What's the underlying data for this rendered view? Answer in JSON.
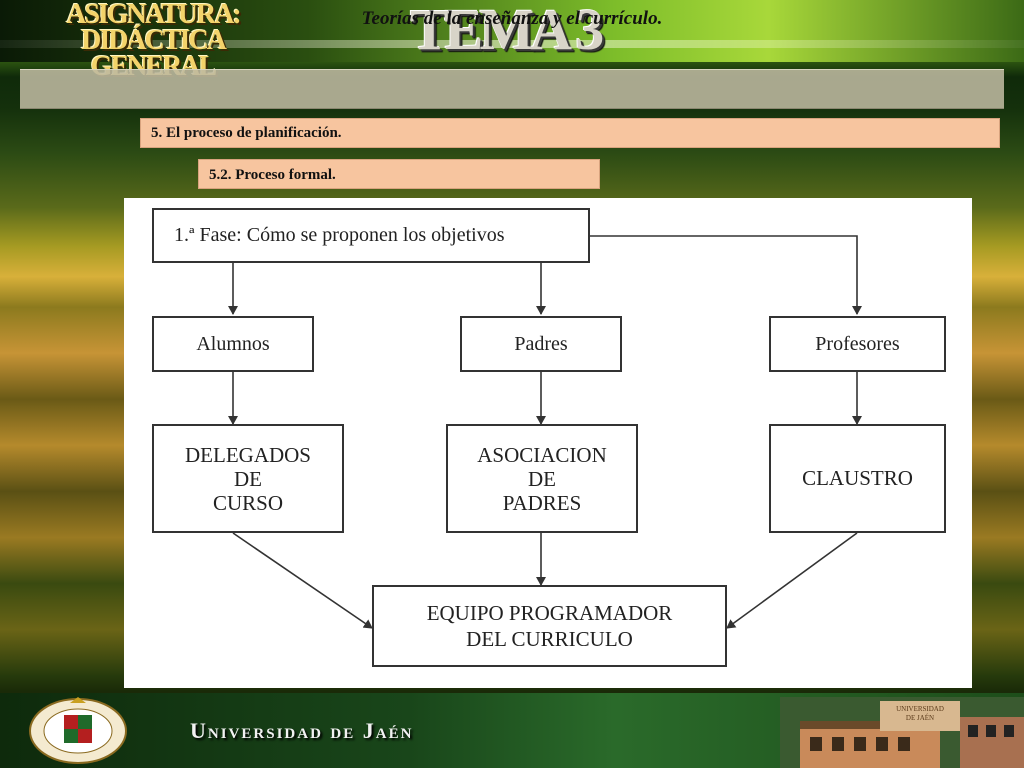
{
  "header": {
    "asignatura_line1": "ASIGNATURA:",
    "asignatura_line2": "DIDÁCTICA GENERAL",
    "tema": "TEMA 3"
  },
  "title": "Teorías de la enseñanza y el currículo.",
  "section": "5. El proceso de planificación.",
  "subsection": "5.2. Proceso formal.",
  "diagram": {
    "phase": "1.ª Fase: Cómo se proponen los objetivos",
    "level1": [
      "Alumnos",
      "Padres",
      "Profesores"
    ],
    "level2": [
      "DELEGADOS\nDE\nCURSO",
      "ASOCIACION\nDE\nPADRES",
      "CLAUSTRO"
    ],
    "final": "EQUIPO  PROGRAMADOR\nDEL  CURRICULO"
  },
  "footer": {
    "university": "Universidad de Jaén",
    "building_sign": "UNIVERSIDAD\nDE JAÉN"
  },
  "colors": {
    "section_bar": "#f7c59f",
    "title_bar": "#beb9a0"
  }
}
